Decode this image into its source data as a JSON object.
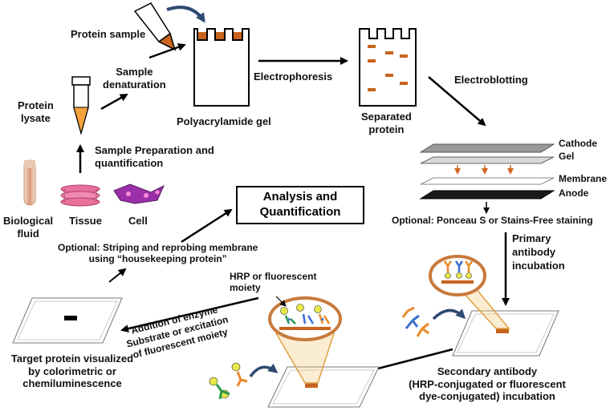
{
  "labels": {
    "protein_sample": "Protein sample",
    "protein_lysate": "Protein\nlysate",
    "sample_denaturation": "Sample\ndenaturation",
    "polyacrylamide_gel": "Polyacrylamide gel",
    "electrophoresis": "Electrophoresis",
    "separated_protein": "Separated\nprotein",
    "electroblotting": "Electroblotting",
    "sample_prep": "Sample Preparation and\nquantification",
    "biological_fluid": "Biological\nfluid",
    "tissue": "Tissue",
    "cell": "Cell",
    "analysis_box": "Analysis and\nQuantification",
    "cathode": "Cathode",
    "gel": "Gel",
    "membrane": "Membrane",
    "anode": "Anode",
    "optional_ponceau": "Optional: Ponceau S or Stains-Free staining",
    "optional_striping": "Optional: Striping and reprobing membrane\nusing “housekeeping protein”",
    "primary_antibody": "Primary\nantibody\nincubation",
    "hrp_fluorescent": "HRP or fluorescent\nmoiety",
    "addition_enzyme": "Addition of enzyme\nSubstrate or excitation\nof fluorescent moiety",
    "target_protein": "Target protein visualized\nby colorimetric or\nchemiluminescence",
    "secondary_antibody": "Secondary antibody\n(HRP-conjugated or fluorescent\ndye-conjugated) incubation"
  },
  "colors": {
    "band": "#c8641e",
    "lysate": "#f5a33a",
    "tissue": "#e8709a",
    "cell": "#9b2fa8",
    "fluid": "#d9a080",
    "lens": "#e0a040",
    "ring": "#c87a3c",
    "antibody_orange": "#e88a2a",
    "antibody_blue": "#3a6fd1",
    "antibody_green": "#2a9a4a",
    "fluor_yellow": "#e8e84a",
    "arrow_blue": "#2f4a72"
  }
}
